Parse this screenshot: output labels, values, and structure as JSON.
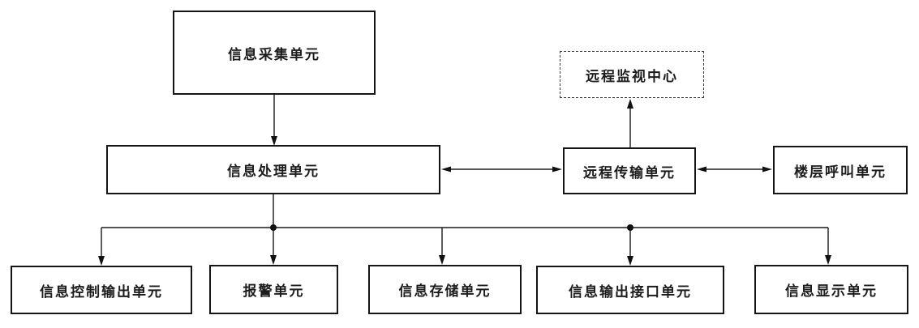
{
  "diagram": {
    "type": "block-diagram",
    "background_color": "#ffffff",
    "line_color": "#1a1a1a",
    "box_border_color": "#151515",
    "text_color": "#1c1c1c",
    "nodes": {
      "info_collection": {
        "label": "信息采集单元",
        "style": "solid"
      },
      "info_processing": {
        "label": "信息处理单元",
        "style": "solid"
      },
      "remote_monitoring": {
        "label": "远程监视中心",
        "style": "dashed"
      },
      "remote_transmission": {
        "label": "远程传输单元",
        "style": "solid"
      },
      "floor_call": {
        "label": "楼层呼叫单元",
        "style": "solid"
      },
      "info_control_output": {
        "label": "信息控制输出单元",
        "style": "solid"
      },
      "alarm": {
        "label": "报警单元",
        "style": "solid"
      },
      "info_storage": {
        "label": "信息存储单元",
        "style": "solid"
      },
      "info_output_interface": {
        "label": "信息输出接口单元",
        "style": "solid"
      },
      "info_display": {
        "label": "信息显示单元",
        "style": "solid"
      }
    },
    "edges": [
      {
        "from": "信息采集单元",
        "to": "信息处理单元",
        "direction": "one-way"
      },
      {
        "from": "信息处理单元",
        "to": "远程传输单元",
        "direction": "two-way"
      },
      {
        "from": "远程传输单元",
        "to": "远程监视中心",
        "direction": "one-way"
      },
      {
        "from": "远程传输单元",
        "to": "楼层呼叫单元",
        "direction": "two-way"
      },
      {
        "from": "信息处理单元",
        "to": "信息控制输出单元",
        "direction": "one-way"
      },
      {
        "from": "信息处理单元",
        "to": "报警单元",
        "direction": "one-way"
      },
      {
        "from": "信息处理单元",
        "to": "信息存储单元",
        "direction": "one-way"
      },
      {
        "from": "信息处理单元",
        "to": "信息输出接口单元",
        "direction": "one-way"
      },
      {
        "from": "信息处理单元",
        "to": "信息显示单元",
        "direction": "one-way"
      }
    ]
  }
}
